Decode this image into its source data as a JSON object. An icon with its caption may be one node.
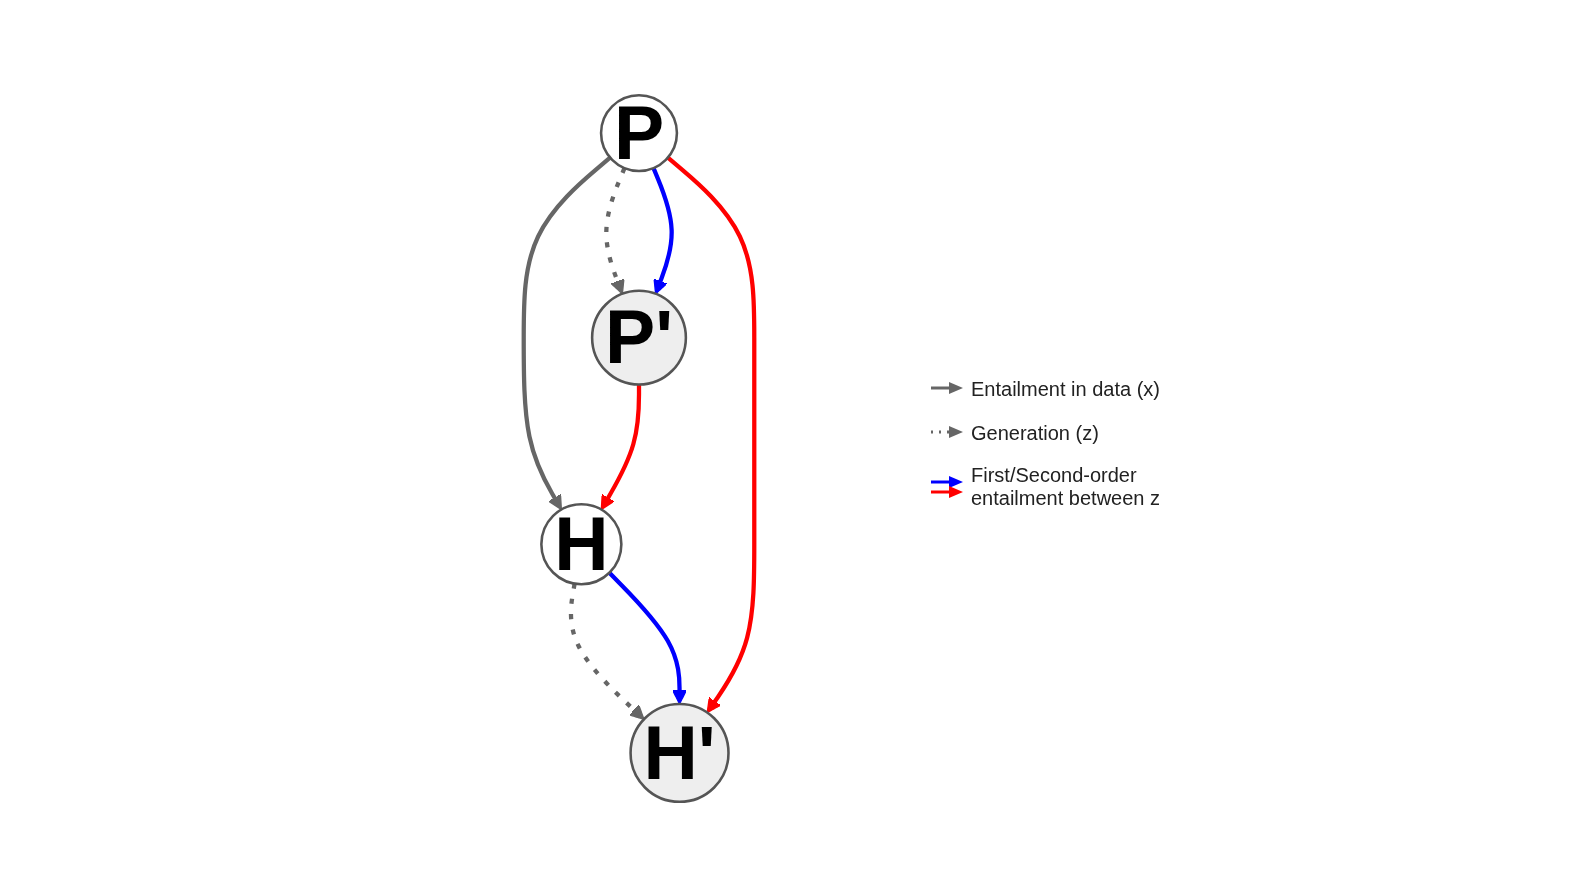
{
  "diagram": {
    "nodes": [
      {
        "text": [
          "P"
        ]
      },
      {
        "text": [
          "H"
        ]
      },
      {
        "text": [
          "P'"
        ]
      },
      {
        "text": [
          "H'"
        ]
      }
    ],
    "edges": [
      {
        "from": 0,
        "to": 1,
        "arrow": "to"
      },
      {
        "from": 0,
        "to": 2,
        "arrow": "to",
        "style": "dashed"
      },
      {
        "from": 1,
        "to": 3,
        "arrow": "to",
        "style": "dashed"
      },
      {
        "from": 0,
        "to": 2,
        "arrow": "to",
        "color": "#0000ff"
      },
      {
        "from": 1,
        "to": 3,
        "arrow": "to",
        "color": "#0000ff"
      },
      {
        "from": 0,
        "to": 3,
        "arrow": "to",
        "color": "#ff0000"
      },
      {
        "from": 2,
        "to": 1,
        "arrow": "to",
        "color": "#ff0000"
      }
    ],
    "legend": [
      {
        "text": "Entailment in data (x)"
      },
      {
        "text": "Generation (z)"
      },
      {
        "text": "First/Second-order entailment between z"
      }
    ]
  }
}
